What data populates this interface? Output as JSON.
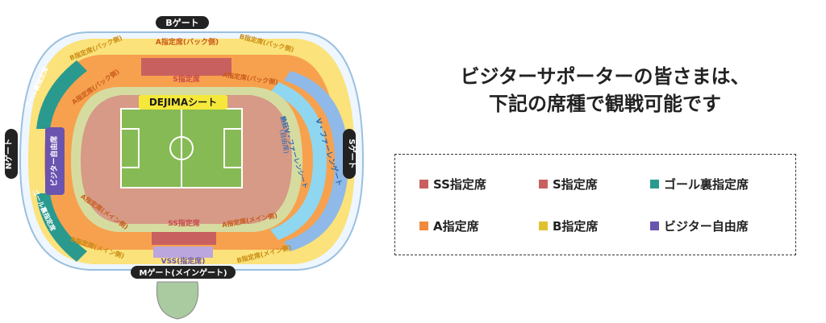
{
  "heading": {
    "line1": "ビジターサポーターの皆さまは、",
    "line2": "下記の席種で観戦可能です"
  },
  "legend": [
    {
      "label": "SS指定席",
      "color": "#c96060"
    },
    {
      "label": "S指定席",
      "color": "#c96060"
    },
    {
      "label": "ゴール裏指定席",
      "color": "#2a9a8f"
    },
    {
      "label": "A指定席",
      "color": "#f08a3c"
    },
    {
      "label": "B指定席",
      "color": "#e0c230"
    },
    {
      "label": "ビジター自由席",
      "color": "#6a54b0"
    }
  ],
  "gates": {
    "b": "Bゲート",
    "s": "Sゲート",
    "n": "Nゲート",
    "m": "Mゲート(メインゲート)"
  },
  "sections": {
    "dejima": "DEJIMAシート",
    "a_back": "A指定席(バック側)",
    "b_back_l": "B指定席(バック側)",
    "b_back_r": "B指定席(バック側)",
    "s_back": "S指定席",
    "a_back_l": "A指定席(バック側)",
    "a_back_r": "A指定席(バック側)",
    "vfarren_outer": "V・ファーレンゲート",
    "vfarren_inner": "熱狂V・ファーレンシート",
    "free": "(自由席)",
    "goal_n": "ゴール裏指定席",
    "goal_s": "ゴール裏指定席",
    "visitor": "ビジター自由席",
    "a_main_l": "A指定席(メイン側)",
    "a_main_r": "A指定席(メイン側)",
    "ss_main": "SS指定席",
    "b_main_l": "B指定席(メイン側)",
    "b_main_r": "B指定席(メイン側)",
    "vss": "VSS(指定席)"
  }
}
